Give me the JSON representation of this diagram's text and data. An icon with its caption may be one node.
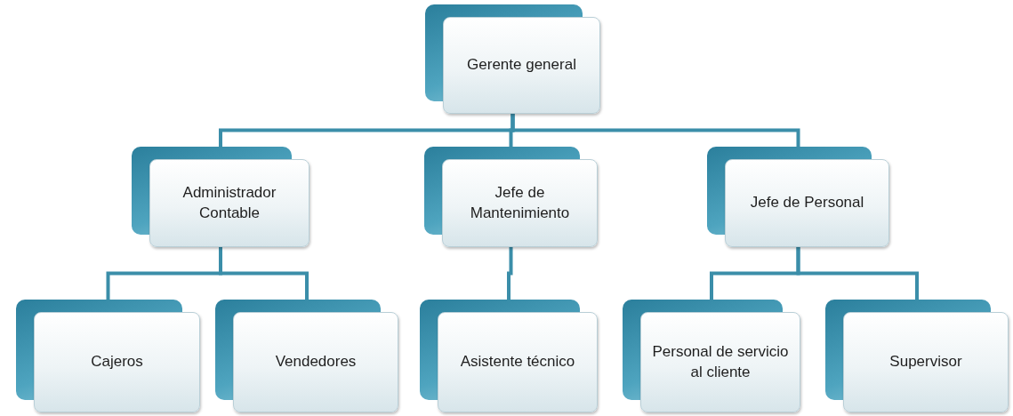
{
  "diagram": {
    "nodes": [
      {
        "text": [
          "Gerente general"
        ]
      },
      {
        "text": [
          "Administrador Contable"
        ]
      },
      {
        "text": [
          "Jefe de Mantenimiento"
        ]
      },
      {
        "text": [
          "Jefe de Personal"
        ]
      },
      {
        "text": [
          "Cajeros"
        ]
      },
      {
        "text": [
          "Vendedores"
        ]
      },
      {
        "text": [
          "Asistente técnico"
        ]
      },
      {
        "text": [
          "Personal de servicio al cliente"
        ]
      },
      {
        "text": [
          "Supervisor"
        ]
      }
    ],
    "edges": [
      {
        "from": 0,
        "to": 1,
        "arrow": "none"
      },
      {
        "from": 0,
        "to": 2,
        "arrow": "none"
      },
      {
        "from": 0,
        "to": 3,
        "arrow": "none"
      },
      {
        "from": 1,
        "to": 4,
        "arrow": "none"
      },
      {
        "from": 1,
        "to": 5,
        "arrow": "none"
      },
      {
        "from": 2,
        "to": 6,
        "arrow": "none"
      },
      {
        "from": 3,
        "to": 7,
        "arrow": "none"
      },
      {
        "from": 3,
        "to": 8,
        "arrow": "none"
      }
    ]
  }
}
